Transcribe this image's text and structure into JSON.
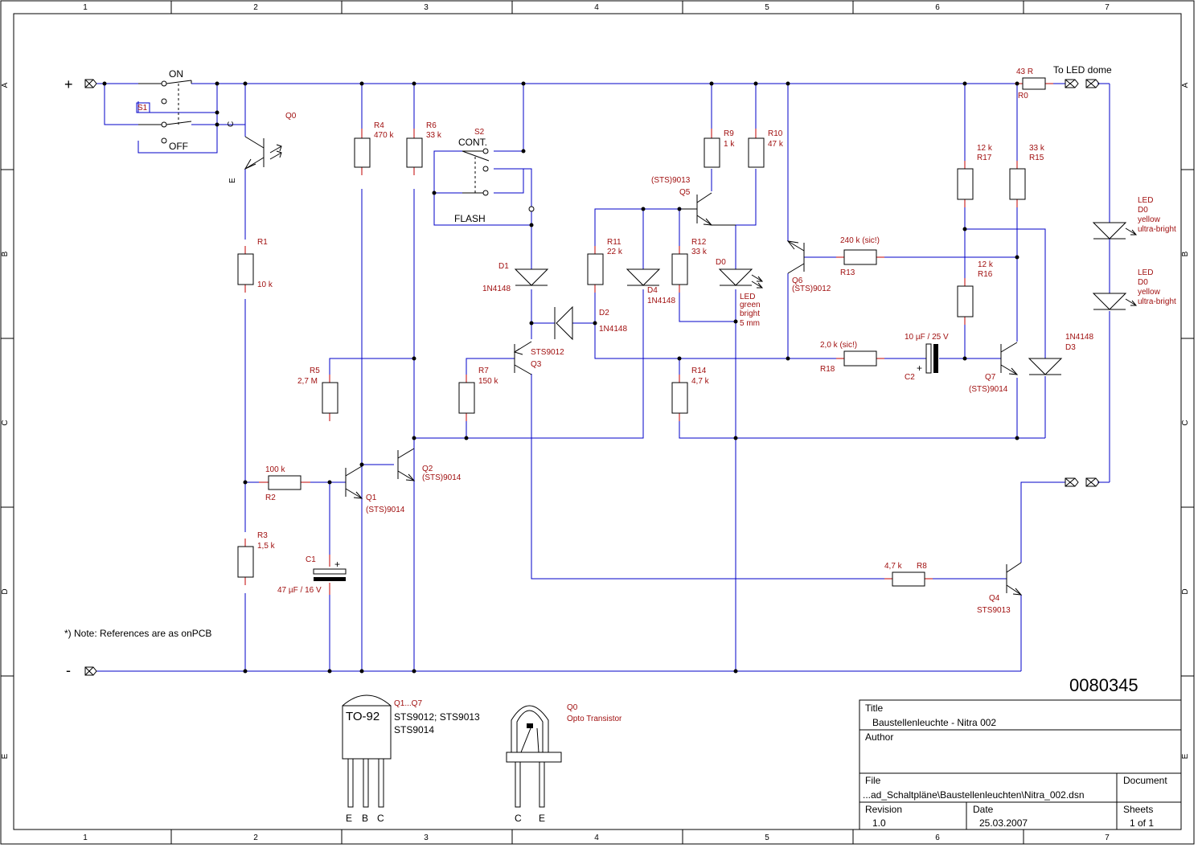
{
  "frame": {
    "columns": [
      "1",
      "2",
      "3",
      "4",
      "5",
      "6",
      "7"
    ],
    "rows": [
      "A",
      "B",
      "C",
      "D",
      "E"
    ]
  },
  "supply": {
    "plus": "+",
    "minus": "-"
  },
  "switches": {
    "s1": {
      "ref": "S1",
      "on": "ON",
      "off": "OFF"
    },
    "s2": {
      "ref": "S2",
      "cont": "CONT.",
      "flash": "FLASH"
    }
  },
  "transistors": {
    "q0": {
      "ref": "Q0",
      "c": "C",
      "e": "E"
    },
    "q1": {
      "ref": "Q1",
      "type": "(STS)9014"
    },
    "q2": {
      "ref": "Q2",
      "type": "(STS)9014"
    },
    "q3": {
      "ref": "STS9012",
      "type": "Q3"
    },
    "q4": {
      "ref": "Q4",
      "type": "STS9013"
    },
    "q5": {
      "ref": "(STS)9013",
      "type": "Q5"
    },
    "q6": {
      "ref": "Q6",
      "type": "(STS)9012"
    },
    "q7": {
      "ref": "Q7",
      "type": "(STS)9014"
    }
  },
  "resistors": {
    "r0": {
      "ref": "R0",
      "value": "43 R"
    },
    "r1": {
      "ref": "R1",
      "value": "10 k"
    },
    "r2": {
      "ref": "R2",
      "value": "100 k"
    },
    "r3": {
      "ref": "R3",
      "value": "1,5 k"
    },
    "r4": {
      "ref": "R4",
      "value": "470 k"
    },
    "r5": {
      "ref": "R5",
      "value": "2,7 M"
    },
    "r6": {
      "ref": "R6",
      "value": "33 k"
    },
    "r7": {
      "ref": "R7",
      "value": "150 k"
    },
    "r8": {
      "ref": "R8",
      "value": "4,7 k"
    },
    "r9": {
      "ref": "R9",
      "value": "1 k"
    },
    "r10": {
      "ref": "R10",
      "value": "47 k"
    },
    "r11": {
      "ref": "R11",
      "value": "22 k"
    },
    "r12": {
      "ref": "R12",
      "value": "33 k"
    },
    "r13": {
      "ref": "R13",
      "value": "240 k (sic!)"
    },
    "r14": {
      "ref": "R14",
      "value": "4,7 k"
    },
    "r15": {
      "ref": "R15",
      "value": "33 k"
    },
    "r16": {
      "ref": "R16",
      "value": "12 k"
    },
    "r17": {
      "ref": "R17",
      "value": "12 k"
    },
    "r18": {
      "ref": "R18",
      "value": "2,0 k (sic!)"
    }
  },
  "capacitors": {
    "c1": {
      "ref": "C1",
      "value": "47 µF / 16 V"
    },
    "c2": {
      "ref": "C2",
      "value": "10 µF / 25 V"
    }
  },
  "diodes": {
    "d1": {
      "ref": "D1",
      "type": "1N4148"
    },
    "d2": {
      "ref": "D2",
      "type": "1N4148"
    },
    "d3": {
      "ref": "D3",
      "type": "1N4148"
    },
    "d4": {
      "ref": "D4",
      "type": "1N4148"
    }
  },
  "leds": {
    "d0_green": {
      "ref": "D0",
      "desc": [
        "LED",
        "green",
        "bright",
        "5 mm"
      ]
    },
    "d0_yellow_1": {
      "desc": [
        "LED",
        "D0",
        "yellow",
        "ultra-bright"
      ]
    },
    "d0_yellow_2": {
      "desc": [
        "LED",
        "D0",
        "yellow",
        "ultra-bright"
      ]
    }
  },
  "connector_label": "To LED dome",
  "note": "*) Note: References are as onPCB",
  "doc_number": "0080345",
  "packages": {
    "to92": {
      "ref": "Q1...Q7",
      "name": "TO-92",
      "types_1": "STS9012; STS9013",
      "types_2": "STS9014",
      "pins": [
        "E",
        "B",
        "C"
      ]
    },
    "opto": {
      "ref": "Q0",
      "name": "Opto Transistor",
      "pins": [
        "C",
        "E"
      ]
    }
  },
  "title_block": {
    "title_label": "Title",
    "title": "Baustellenleuchte - Nitra 002",
    "author_label": "Author",
    "author": "",
    "file_label": "File",
    "file": "...ad_Schaltpläne\\Baustellenleuchten\\Nitra_002.dsn",
    "document_label": "Document",
    "revision_label": "Revision",
    "revision": "1.0",
    "date_label": "Date",
    "date": "25.03.2007",
    "sheets_label": "Sheets",
    "sheets": "1 of 1"
  }
}
